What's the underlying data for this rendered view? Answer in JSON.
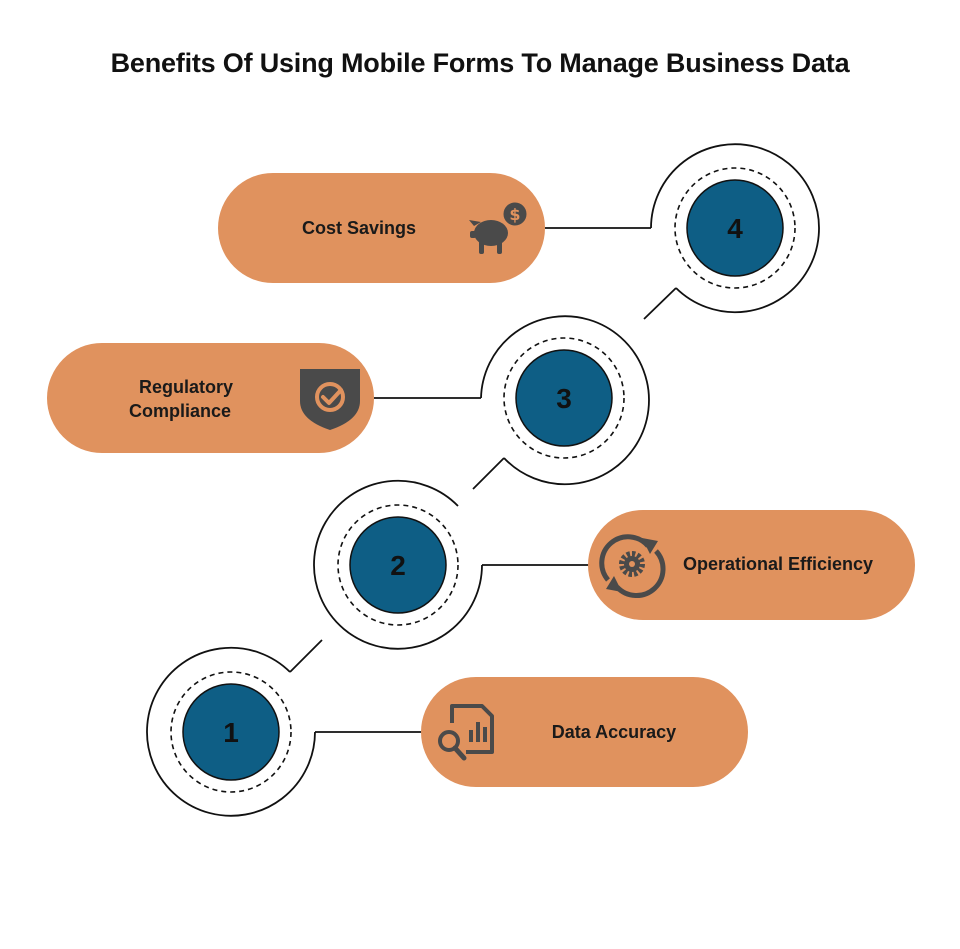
{
  "title": "Benefits Of Using Mobile Forms To Manage Business Data",
  "colors": {
    "pill": "#E0925E",
    "circle": "#0E5E85",
    "icon": "#4A4A4A",
    "line": "#111111"
  },
  "steps": [
    {
      "number": "1",
      "label": "Data Accuracy",
      "icon": "report-search-icon"
    },
    {
      "number": "2",
      "label": "Operational Efficiency",
      "icon": "gear-cycle-icon"
    },
    {
      "number": "3",
      "label_lines": [
        "Regulatory",
        "Compliance"
      ],
      "icon": "shield-check-icon"
    },
    {
      "number": "4",
      "label": "Cost Savings",
      "icon": "piggy-bank-icon"
    }
  ]
}
